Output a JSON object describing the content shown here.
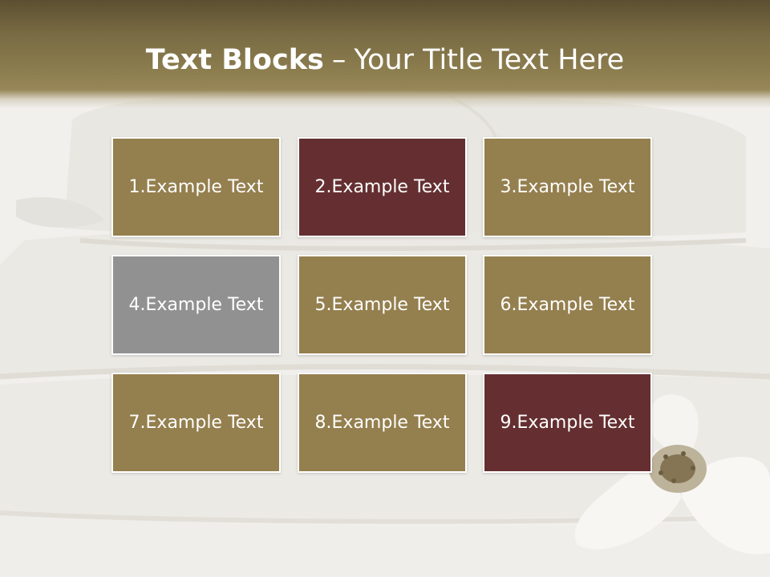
{
  "slide": {
    "title_bold": "Text Blocks",
    "title_dash": "–",
    "title_rest": "Your Title Text Here"
  },
  "colors": {
    "header": "#8b7c4e",
    "olive": "#947f4e",
    "wine": "#652f31",
    "grey": "#919191"
  },
  "blocks": [
    {
      "label": "1.Example Text",
      "color": "olive"
    },
    {
      "label": "2.Example Text",
      "color": "wine"
    },
    {
      "label": "3.Example Text",
      "color": "olive"
    },
    {
      "label": "4.Example Text",
      "color": "grey"
    },
    {
      "label": "5.Example Text",
      "color": "olive"
    },
    {
      "label": "6.Example Text",
      "color": "olive"
    },
    {
      "label": "7.Example Text",
      "color": "olive"
    },
    {
      "label": "8.Example Text",
      "color": "olive"
    },
    {
      "label": "9.Example Text",
      "color": "wine"
    }
  ]
}
